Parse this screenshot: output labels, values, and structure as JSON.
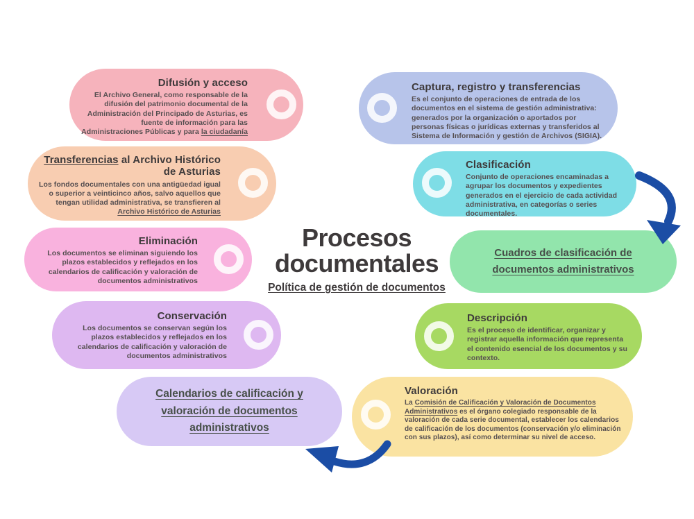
{
  "header": {
    "title_line1": "Procesos",
    "title_line2": "documentales",
    "subtitle": "Política de gestión de documentos"
  },
  "colors": {
    "difusion": "#f6b3bc",
    "captura": "#b7c4ea",
    "transferencias": "#f8cdb1",
    "clasificacion": "#7edde6",
    "cuadros": "#92e5ac",
    "eliminacion": "#f9b2de",
    "conservacion": "#deb8f1",
    "descripcion": "#a7d962",
    "calendarios": "#d7c9f5",
    "valoracion": "#fae3a2",
    "arrow": "#1b4da5",
    "title_text": "#3e3a3b",
    "body_text": "#564f51"
  },
  "icons": {
    "ring": "ring-icon",
    "arrow_top": "curved-arrow-down-icon",
    "arrow_bottom": "curved-arrow-left-icon"
  },
  "cards": {
    "difusion": {
      "title": "Difusión y acceso",
      "body_pre": "El Archivo General, como responsable de la difusión del patrimonio documental de la Administración del Principado de Asturias, es fuente de información para las Administraciones Públicas y para ",
      "body_link": "la ciudadanía"
    },
    "captura": {
      "title": "Captura, registro y transferencias",
      "body": "Es el conjunto de operaciones de entrada de los documentos en el sistema de gestión administrativa: generados por la organización o aportados por personas físicas o jurídicas externas y transferidos al Sistema de Información y gestión de Archivos (SIGIA)."
    },
    "transferencias": {
      "title_link": "Transferencias",
      "title_rest": " al Archivo Histórico de Asturias",
      "body_pre": "Los fondos documentales con una antigüedad igual o superior a veinticinco años, salvo aquellos que tengan utilidad administrativa, se transfieren al ",
      "body_link": "Archivo Histórico de Asturias"
    },
    "clasificacion": {
      "title": "Clasificación",
      "body": "Conjunto de operaciones encaminadas a agrupar los documentos y expedientes generados en el ejercicio de cada actividad administrativa, en categorías o series documentales."
    },
    "cuadros": {
      "label": "Cuadros de clasificación de documentos administrativos"
    },
    "eliminacion": {
      "title": "Eliminación",
      "body": "Los documentos se eliminan siguiendo los plazos establecidos y reflejados en los calendarios de calificación y valoración de documentos administrativos"
    },
    "conservacion": {
      "title": "Conservación",
      "body": "Los documentos se conservan según los plazos establecidos y reflejados en los calendarios de calificación y valoración de documentos administrativos"
    },
    "descripcion": {
      "title": "Descripción",
      "body": "Es el proceso de identificar, organizar y registrar aquella información que representa el contenido esencial de los documentos y su contexto."
    },
    "calendarios": {
      "label": "Calendarios de calificación y valoración de documentos administrativos"
    },
    "valoracion": {
      "title": "Valoración",
      "body_pre": "La ",
      "body_link": "Comisión de Calificación y Valoración de Documentos Administrativos",
      "body_post": " es el órgano colegiado responsable de la valoración de cada serie documental, establecer los calendarios de calificación de los documentos (conservación y/o eliminación con sus plazos), así como determinar su nivel de acceso."
    }
  }
}
